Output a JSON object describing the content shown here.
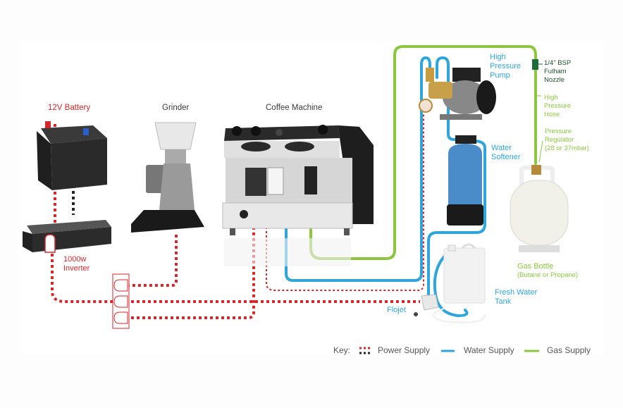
{
  "title": "Mobile Coffee Setup Connection Diagram",
  "colors": {
    "power": "#d4272e",
    "power_secondary": "#222222",
    "water": "#2ea6dc",
    "gas": "#8cc63f",
    "nozzle": "#1e6b3a"
  },
  "components": {
    "battery": {
      "label": "12V Battery",
      "icon": "car-battery-icon"
    },
    "inverter": {
      "label_line1": "1000w",
      "label_line2": "Inverter",
      "icon": "power-inverter-icon"
    },
    "grinder": {
      "label": "Grinder",
      "icon": "coffee-grinder-icon"
    },
    "coffee_machine": {
      "label": "Coffee Machine",
      "icon": "espresso-machine-icon"
    },
    "pump": {
      "label_line1": "High",
      "label_line2": "Pressure",
      "label_line3": "Pump",
      "icon": "pump-icon"
    },
    "softener": {
      "label_line1": "Water",
      "label_line2": "Softener",
      "icon": "water-softener-icon"
    },
    "nozzle": {
      "label_line1": "1/4\" BSP",
      "label_line2": "Fulham",
      "label_line3": "Nozzle"
    },
    "hose": {
      "label_line1": "High",
      "label_line2": "Pressure",
      "label_line3": "Hose"
    },
    "regulator": {
      "label_line1": "Pressure",
      "label_line2": "Regulator",
      "label_line3": "(28 or 37mbar)"
    },
    "gas_bottle": {
      "label_line1": "Gas Bottle",
      "label_line2": "(Butane or Propane)",
      "icon": "gas-bottle-icon"
    },
    "water_tank": {
      "label_line1": "Fresh Water",
      "label_line2": "Tank",
      "icon": "water-jerrycan-icon"
    },
    "flojet": {
      "label": "Flojet",
      "icon": "flojet-pump-icon"
    },
    "power_strip": {
      "icon": "power-strip-icon",
      "sockets": 3
    }
  },
  "legend": {
    "key_label": "Key:",
    "items": [
      {
        "label": "Power Supply",
        "type": "dotted"
      },
      {
        "label": "Water Supply",
        "type": "solid-blue"
      },
      {
        "label": "Gas Supply",
        "type": "solid-green"
      }
    ]
  }
}
